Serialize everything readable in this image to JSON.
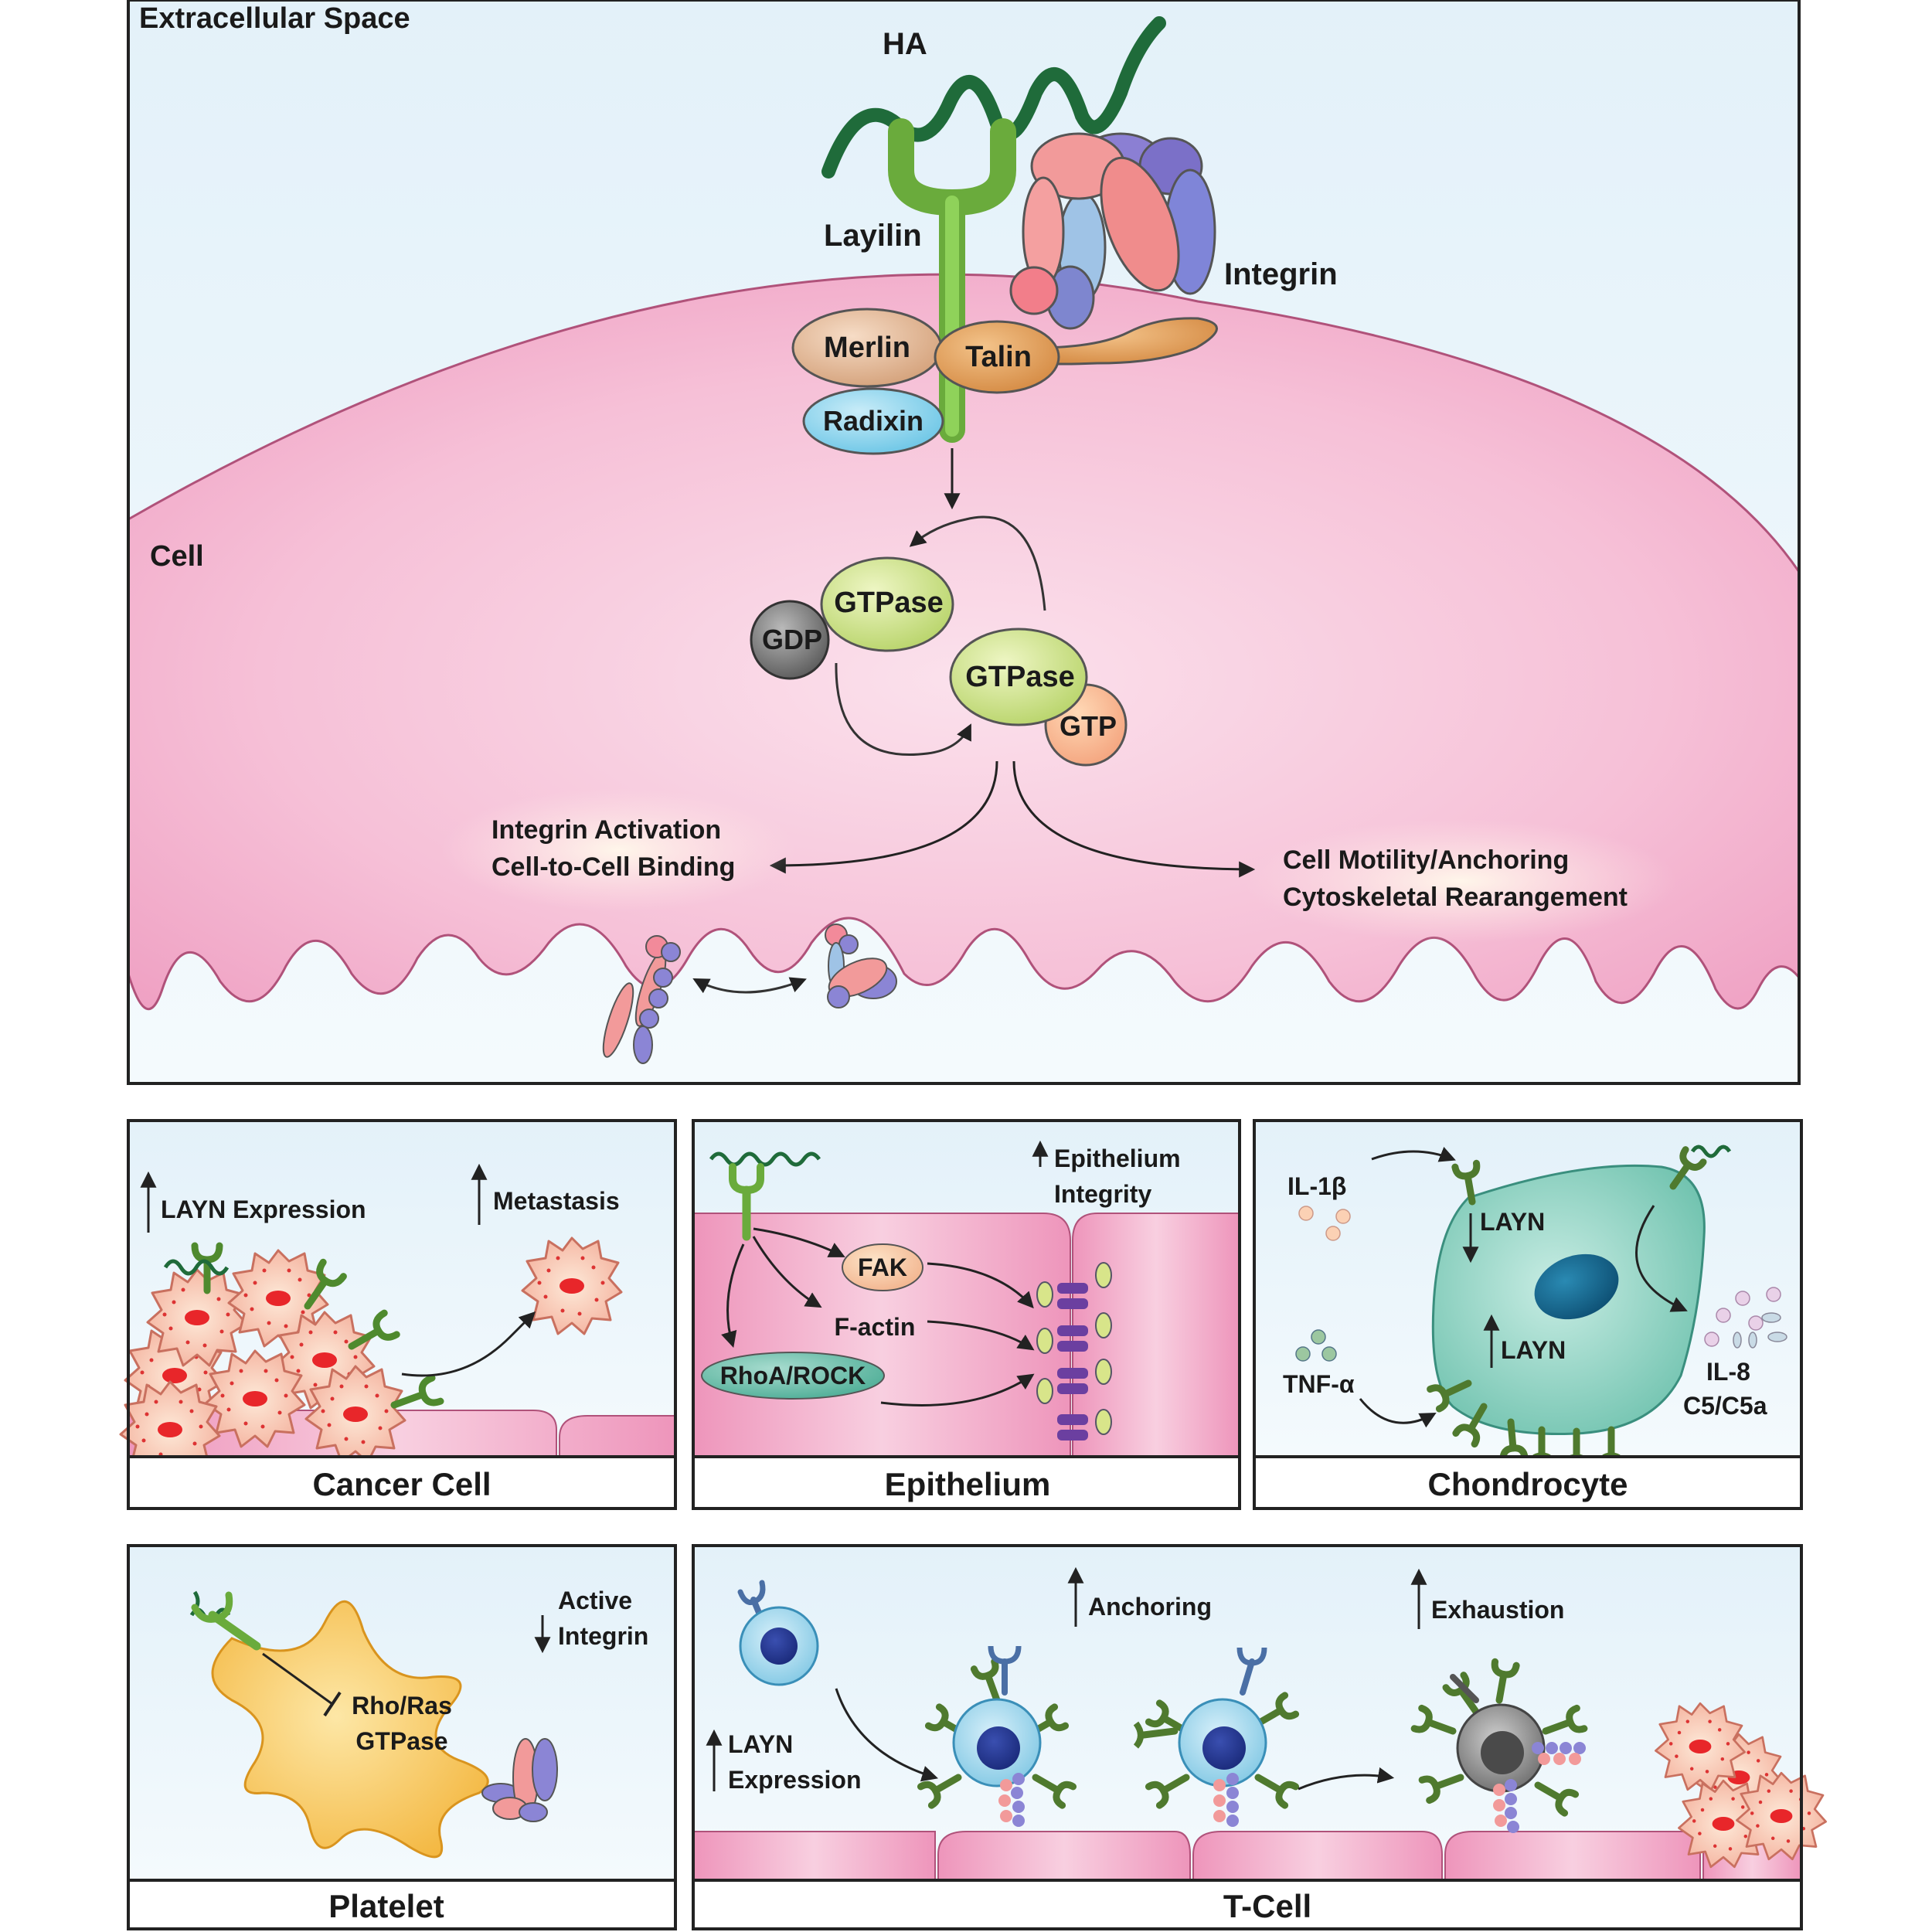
{
  "top_panel": {
    "extracellular_label": "Extracellular Space",
    "cell_label": "Cell",
    "ha_label": "HA",
    "layilin_label": "Layilin",
    "integrin_label": "Integrin",
    "merlin_label": "Merlin",
    "talin_label": "Talin",
    "radixin_label": "Radixin",
    "gtpase_label": "GTPase",
    "gdp_label": "GDP",
    "gtp_label": "GTP",
    "outcome_left_1": "Integrin Activation",
    "outcome_left_2": "Cell-to-Cell Binding",
    "outcome_right_1": "Cell Motility/Anchoring",
    "outcome_right_2": "Cytoskeletal Rearangement"
  },
  "cancer_panel": {
    "title": "Cancer Cell",
    "layn_expression": "LAYN Expression",
    "metastasis": "Metastasis"
  },
  "epithelium_panel": {
    "title": "Epithelium",
    "integrity_1": "Epithelium",
    "integrity_2": "Integrity",
    "fak": "FAK",
    "factin": "F-actin",
    "rhoa": "RhoA/ROCK"
  },
  "chondrocyte_panel": {
    "title": "Chondrocyte",
    "il1b": "IL-1β",
    "tnfa": "TNF-α",
    "layn_down": "LAYN",
    "layn_up": "LAYN",
    "il8": "IL-8",
    "c5": "C5/C5a"
  },
  "platelet_panel": {
    "title": "Platelet",
    "active_1": "Active",
    "active_2": "Integrin",
    "rho_1": "Rho/Ras",
    "rho_2": "GTPase"
  },
  "tcell_panel": {
    "title": "T-Cell",
    "layn_1": "LAYN",
    "layn_2": "Expression",
    "anchoring": "Anchoring",
    "exhaustion": "Exhaustion"
  },
  "colors": {
    "extracellular": "#e8f4fa",
    "cell_pink": "#f5b3cf",
    "layilin_green": "#7cbf4a",
    "ha_green": "#1f6b3a",
    "gtpase": "#cfe08a",
    "chondrocyte": "#8fd1c2",
    "platelet": "#f7c14c",
    "tcell": "#9fd6ec"
  }
}
